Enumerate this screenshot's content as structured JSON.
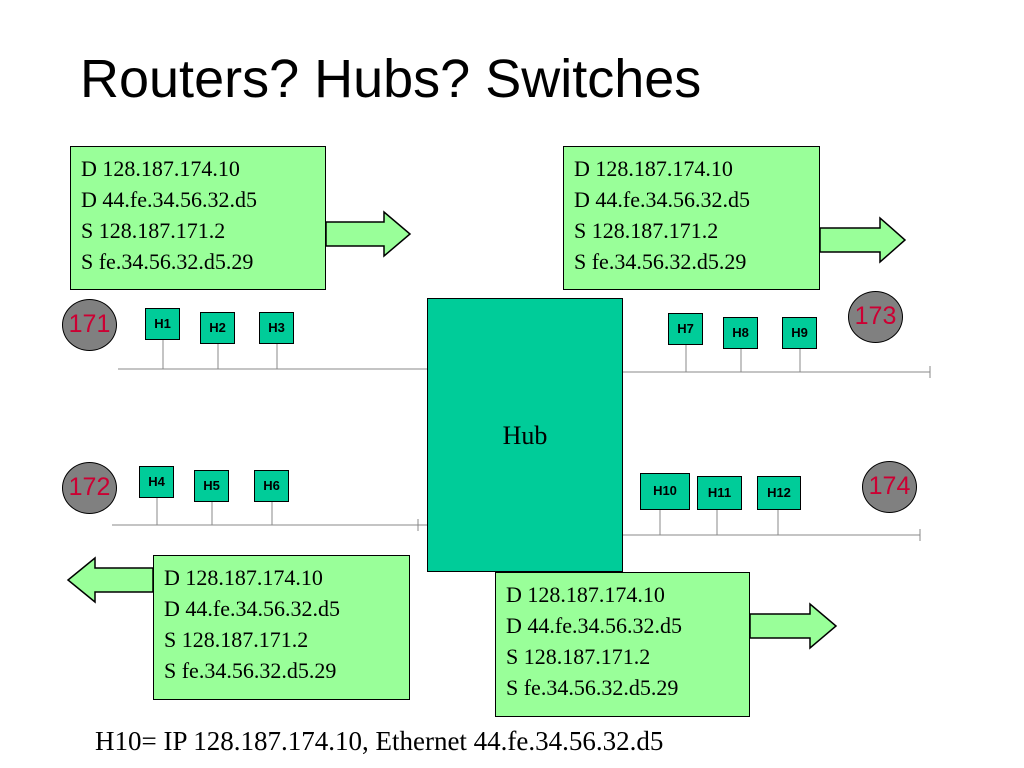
{
  "title": "Routers? Hubs? Switches",
  "packet": {
    "line1": "D 128.187.174.10",
    "line2": "D 44.fe.34.56.32.d5",
    "line3": "S 128.187.171.2",
    "line4": "S fe.34.56.32.d5.29"
  },
  "hub_label": "Hub",
  "networks": [
    "171",
    "172",
    "173",
    "174"
  ],
  "hosts": [
    "H1",
    "H2",
    "H3",
    "H4",
    "H5",
    "H6",
    "H7",
    "H8",
    "H9",
    "H10",
    "H11",
    "H12"
  ],
  "footer": "H10= IP 128.187.174.10, Ethernet 44.fe.34.56.32.d5",
  "colors": {
    "packet_fill": "#99ff99",
    "device_fill": "#00cc99",
    "network_fill": "#808080",
    "network_text": "#cc0033"
  }
}
